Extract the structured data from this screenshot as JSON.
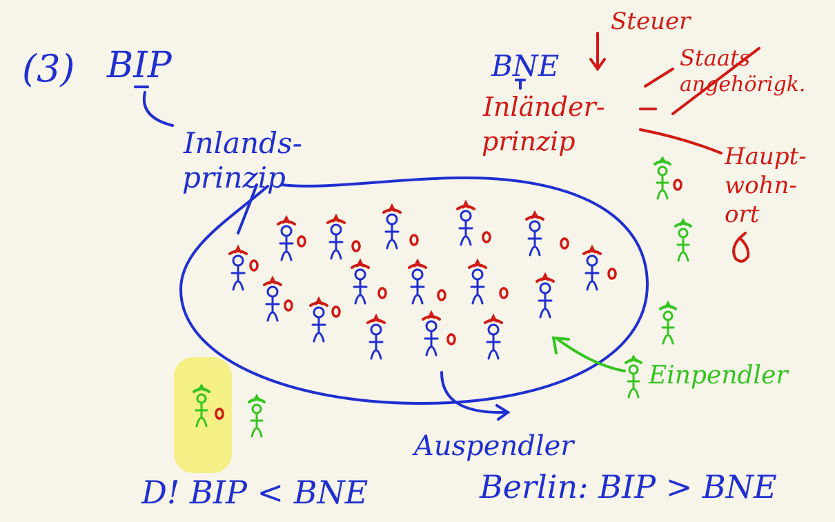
{
  "colors": {
    "background": "#f7f4ea",
    "blue": "#1f2fd0",
    "red": "#d11a14",
    "green": "#34c41f",
    "highlight": "#f3ef7a"
  },
  "notes": {
    "section_marker": "(3)",
    "bip_label": "BIP",
    "inlands_line1": "Inlands-",
    "inlands_line2": "prinzip",
    "bne_label": "BNE",
    "steuer_label": "Steuer",
    "inlaender_line1": "Inländer-",
    "inlaender_line2": "prinzip",
    "staats_line1": "Staats",
    "staats_line2": "angehörigk.",
    "haupt_line1": "Haupt-",
    "haupt_line2": "wohn-",
    "haupt_line3": "ort",
    "einpendler_label": "Einpendler",
    "auspendler_label": "Auspendler",
    "de_formula": "D! BIP < BNE",
    "berlin_formula": "Berlin: BIP > BNE"
  }
}
